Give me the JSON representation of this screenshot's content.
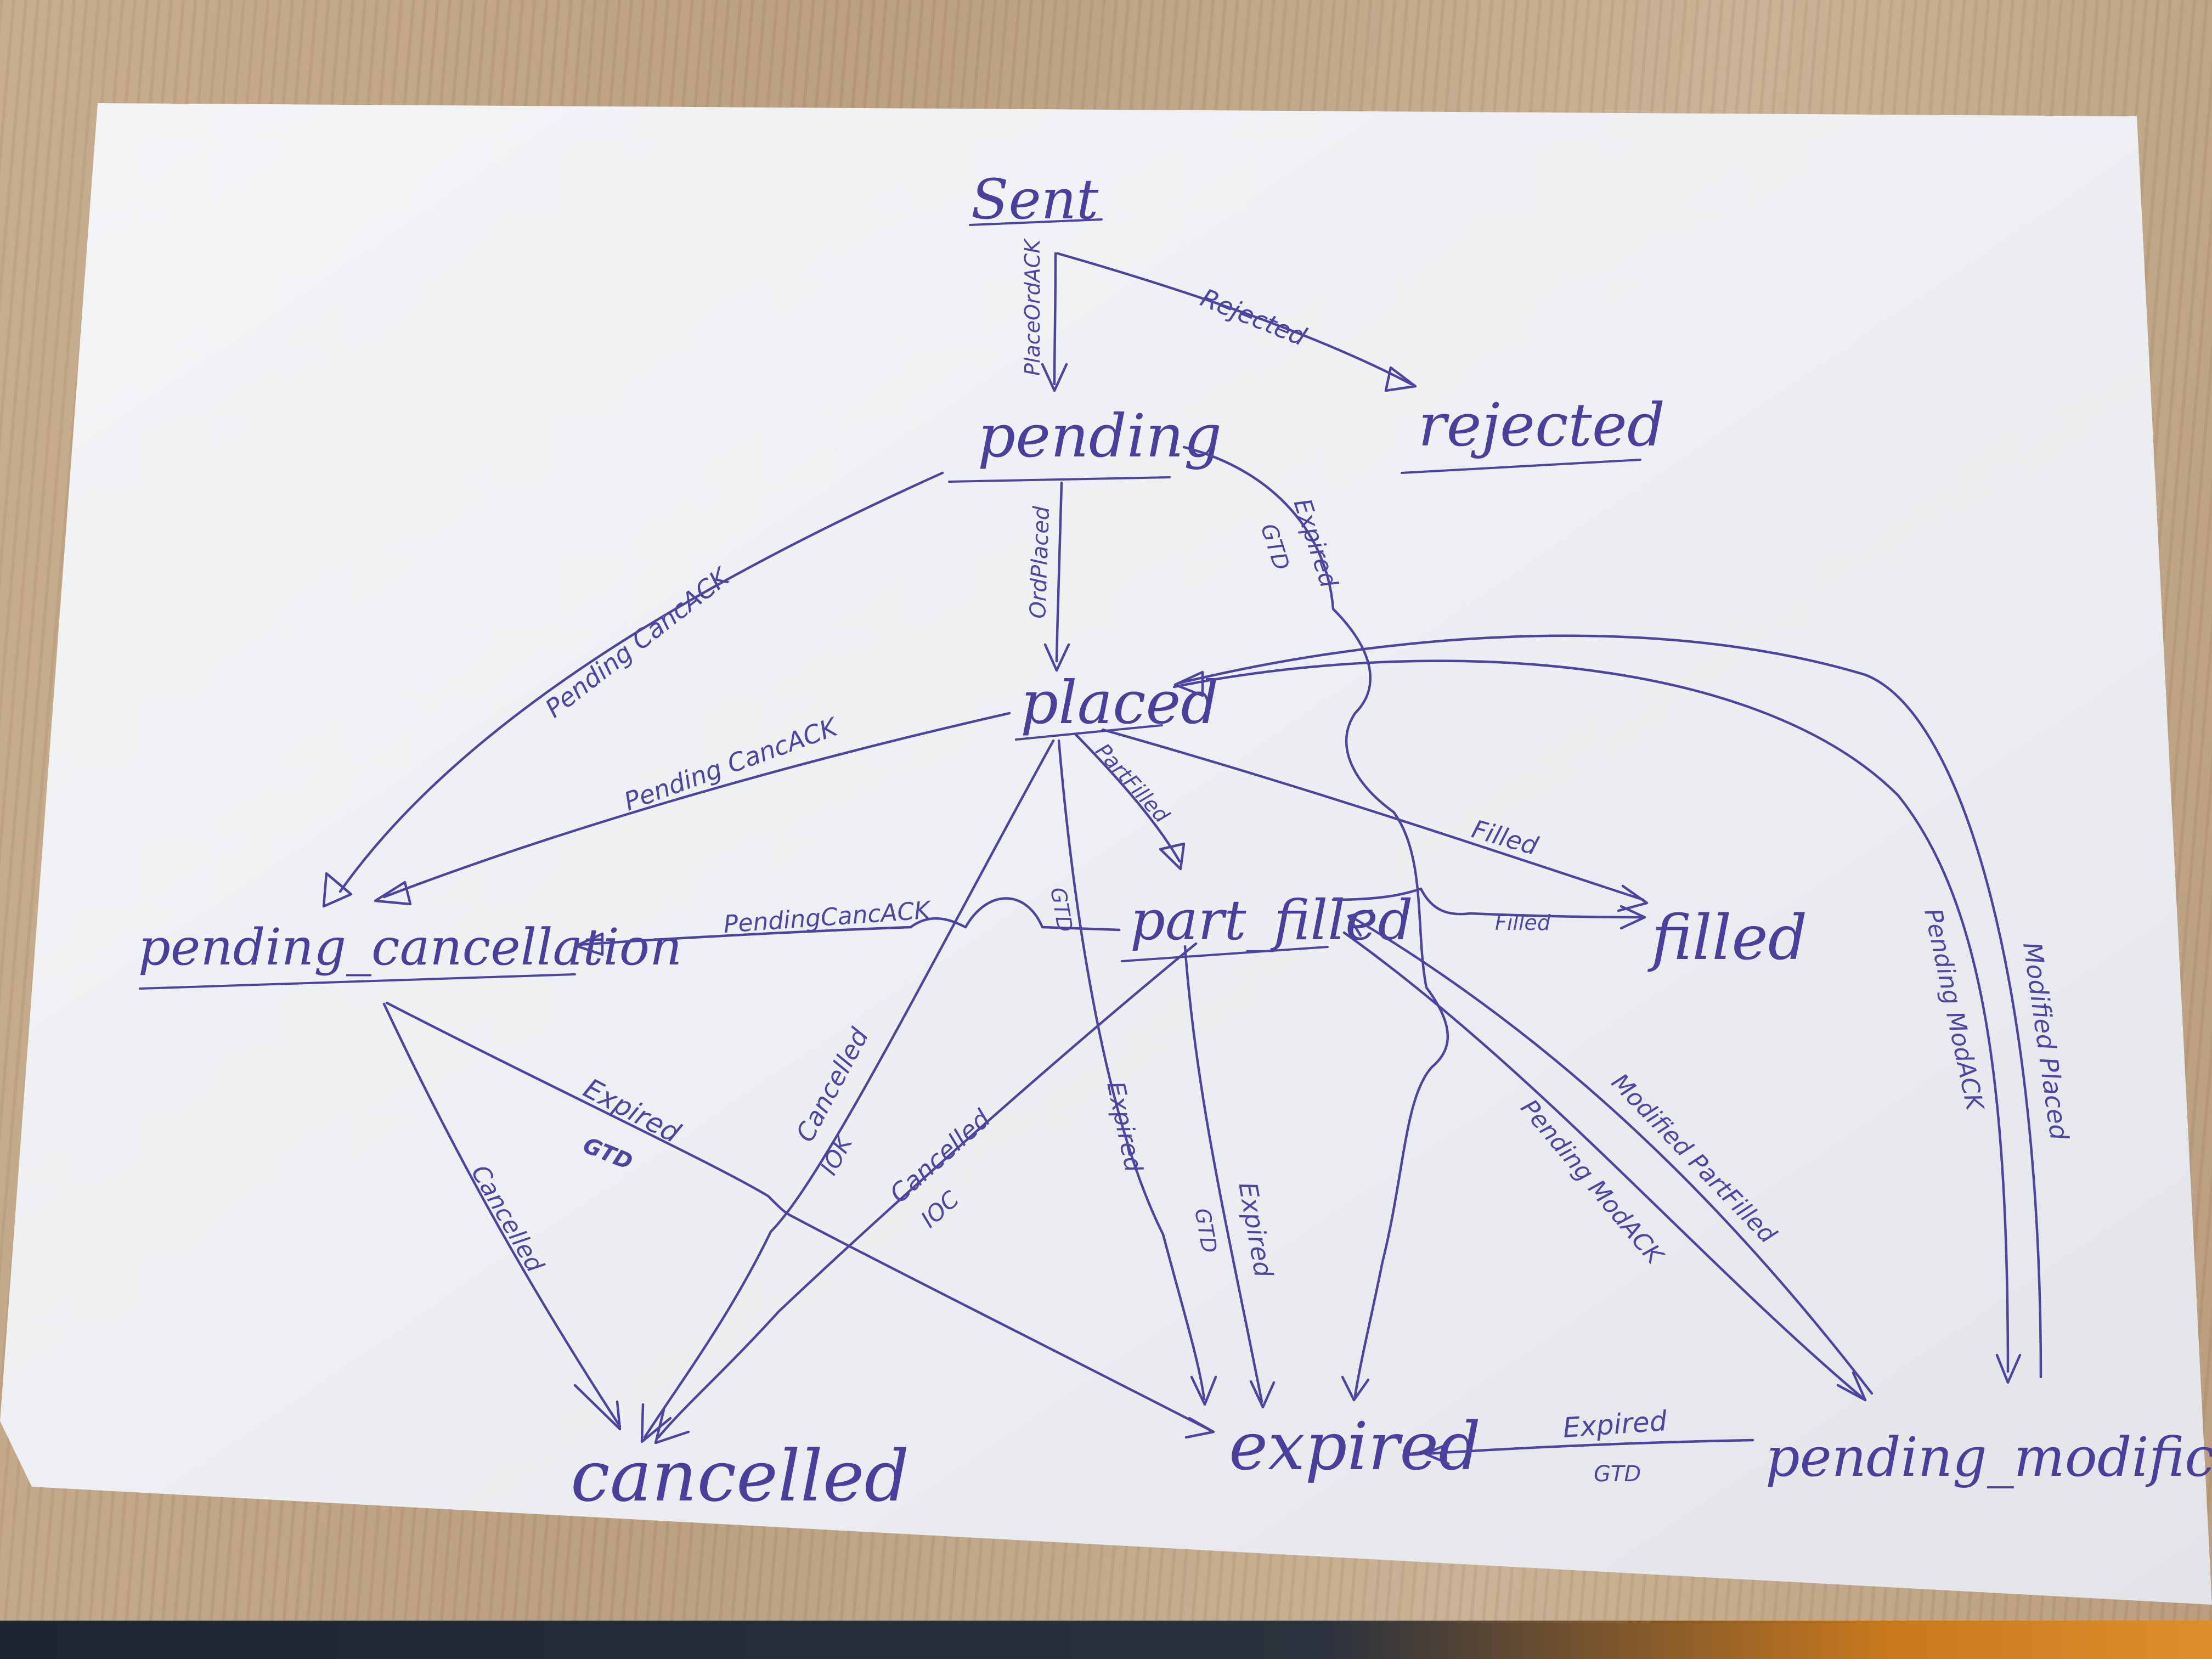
{
  "diagram": {
    "states": {
      "sent": "Sent",
      "pending": "pending",
      "rejected": "rejected",
      "placed": "placed",
      "pending_cancellation": "pending_cancellation",
      "part_filled": "part_filled",
      "filled": "filled",
      "cancelled": "cancelled",
      "expired": "expired",
      "pending_modification": "pending_modification"
    },
    "transitions": {
      "sent_to_pending": "PlaceOrdACK",
      "sent_to_rejected": "Rejected",
      "pending_to_placed": "OrdPlaced",
      "pending_to_expired": "Expired",
      "pending_to_expired_sub": "GTD",
      "pending_to_pending_cancellation": "Pending CancACK",
      "placed_to_pending_cancellation": "Pending CancACK",
      "placed_to_part_filled": "PartFilled",
      "placed_to_filled": "Filled",
      "placed_to_cancelled": "Cancelled",
      "placed_to_cancelled_sub": "IOK",
      "placed_to_expired": "Expired",
      "placed_gtd_mark": "GTD",
      "part_filled_to_pending_cancellation": "PendingCancACK",
      "part_filled_to_filled": "Filled",
      "part_filled_to_cancelled": "Cancelled",
      "part_filled_to_cancelled_sub": "IOC",
      "part_filled_to_expired": "Expired",
      "part_filled_to_expired_sub": "GTD",
      "part_filled_to_pending_modification": "Pending ModACK",
      "pending_modification_to_part_filled": "Modified PartFilled",
      "pending_cancellation_to_cancelled": "Cancelled",
      "pending_cancellation_to_expired": "Expired",
      "pending_cancellation_to_expired_sub": "GTD",
      "placed_to_pending_modification": "Pending ModACK",
      "pending_modification_to_placed": "Modified Placed",
      "pending_modification_to_expired": "Expired",
      "pending_modification_to_expired_sub": "GTD"
    }
  },
  "colors": {
    "ink": "#4d43a0",
    "paper": "#eff0f3",
    "desk": "#bfa383"
  }
}
